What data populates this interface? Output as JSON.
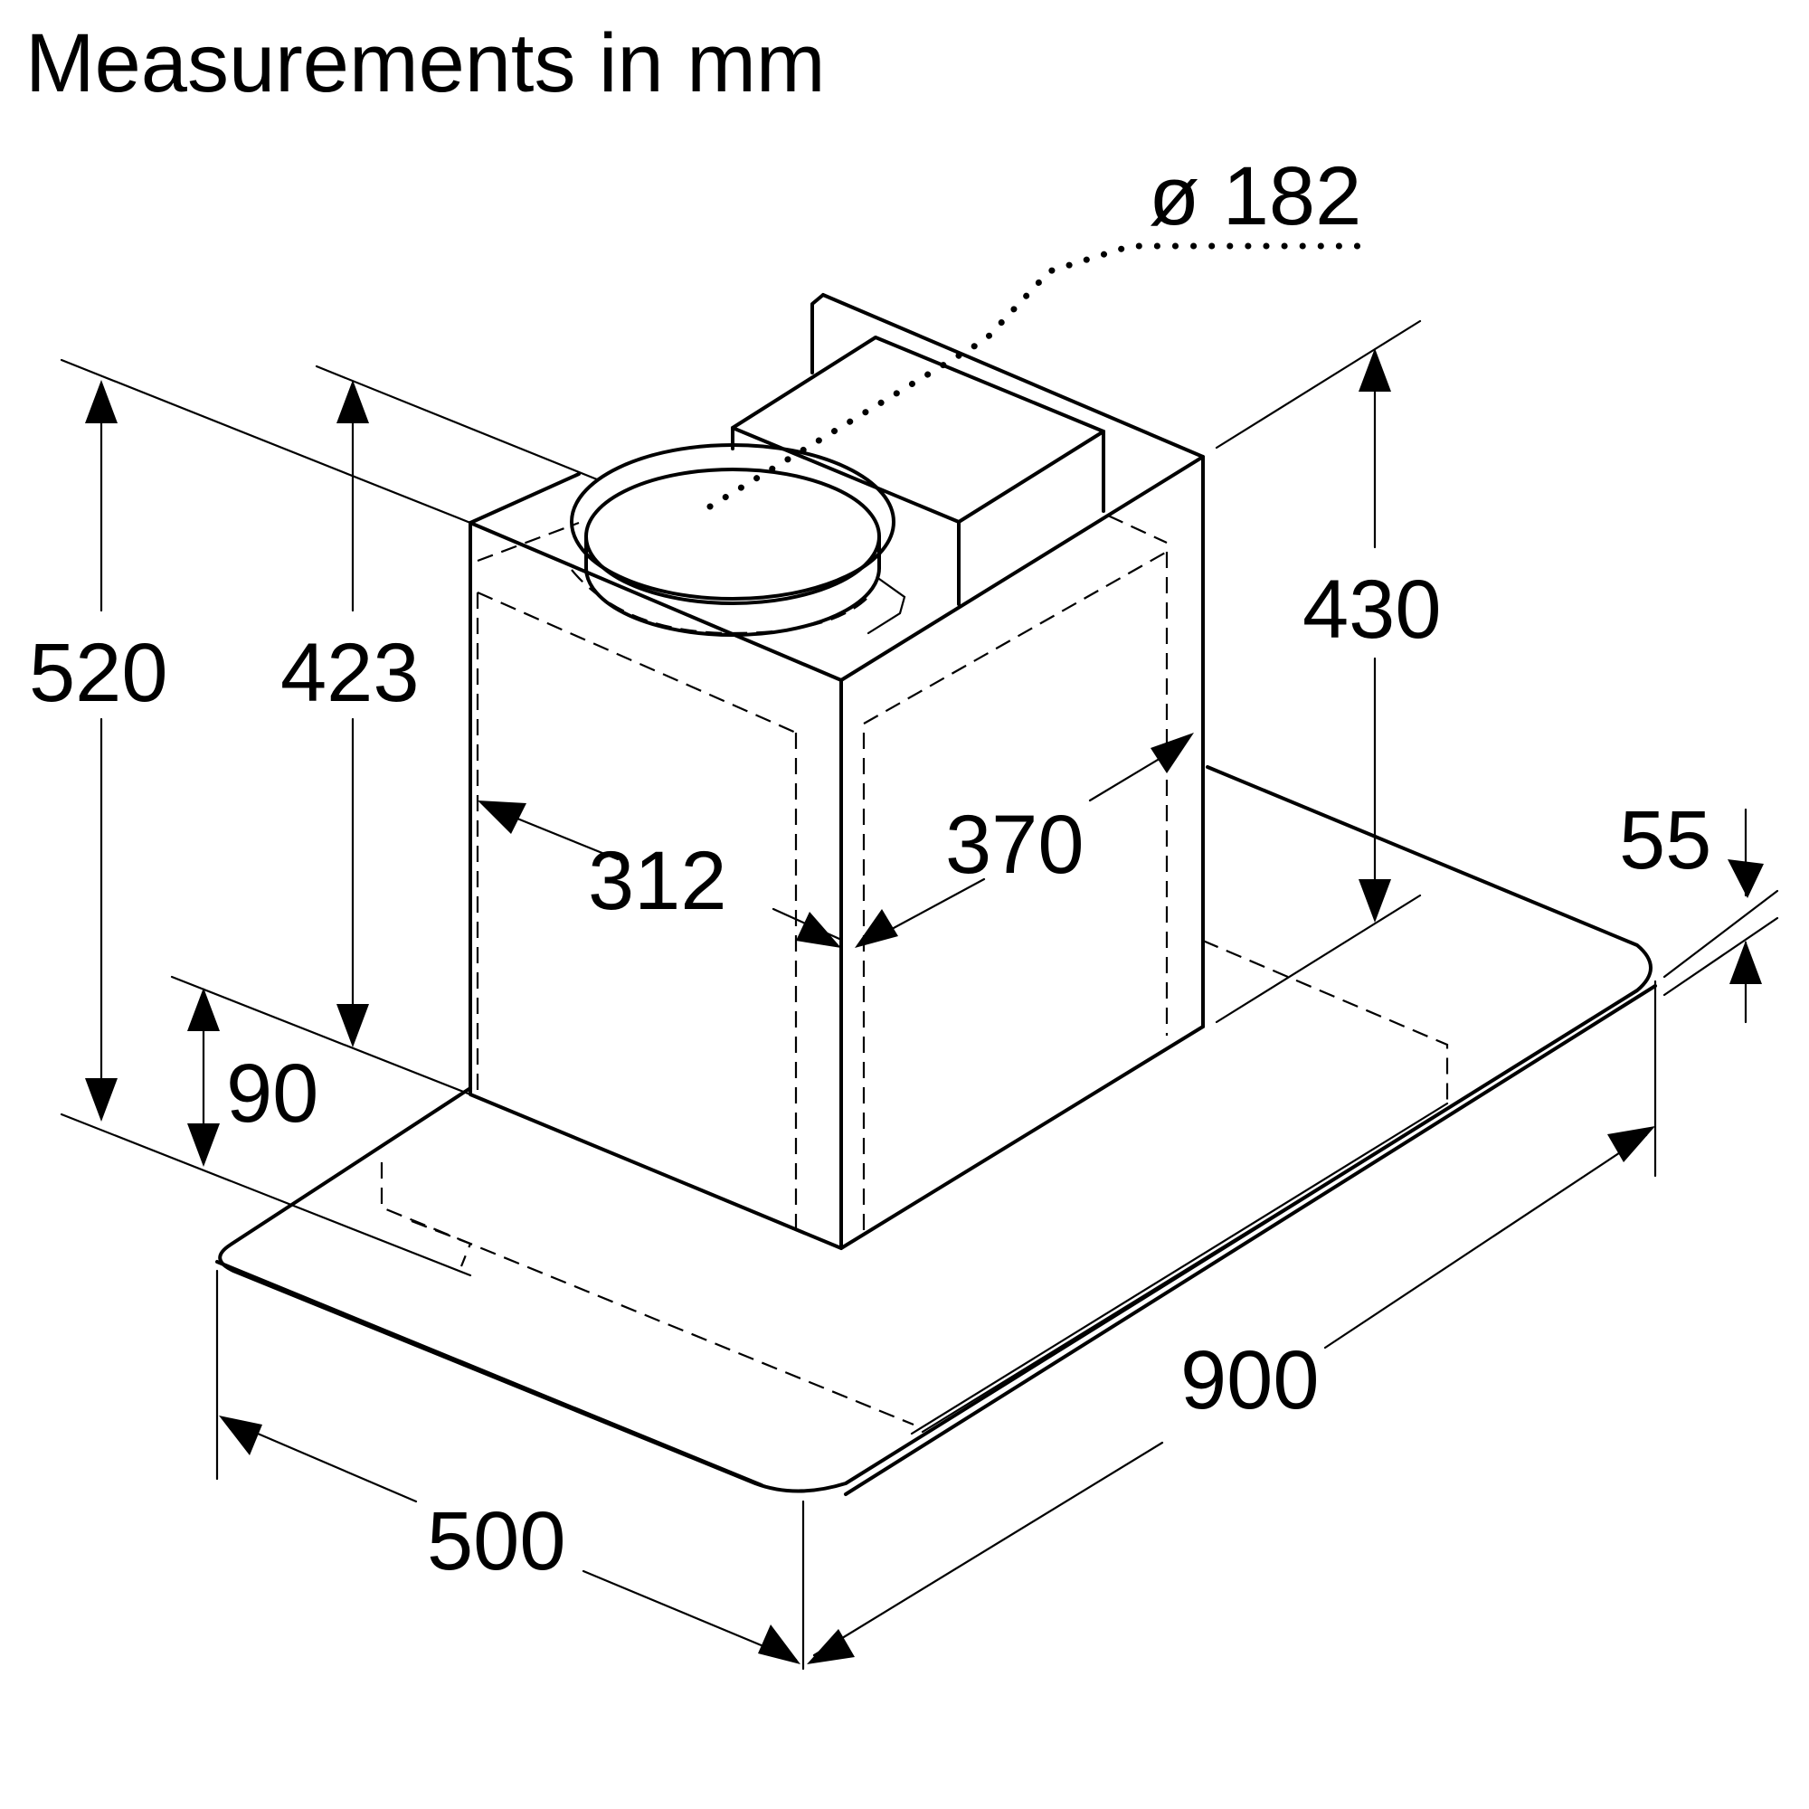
{
  "title": "Measurements in mm",
  "dimensions": {
    "diameter": "ø 182",
    "total_height": "520",
    "chimney_height": "423",
    "chimney_side_height": "430",
    "chimney_depth": "312",
    "chimney_width": "370",
    "canopy_height": "90",
    "glass_thickness": "55",
    "width": "900",
    "depth": "500"
  }
}
